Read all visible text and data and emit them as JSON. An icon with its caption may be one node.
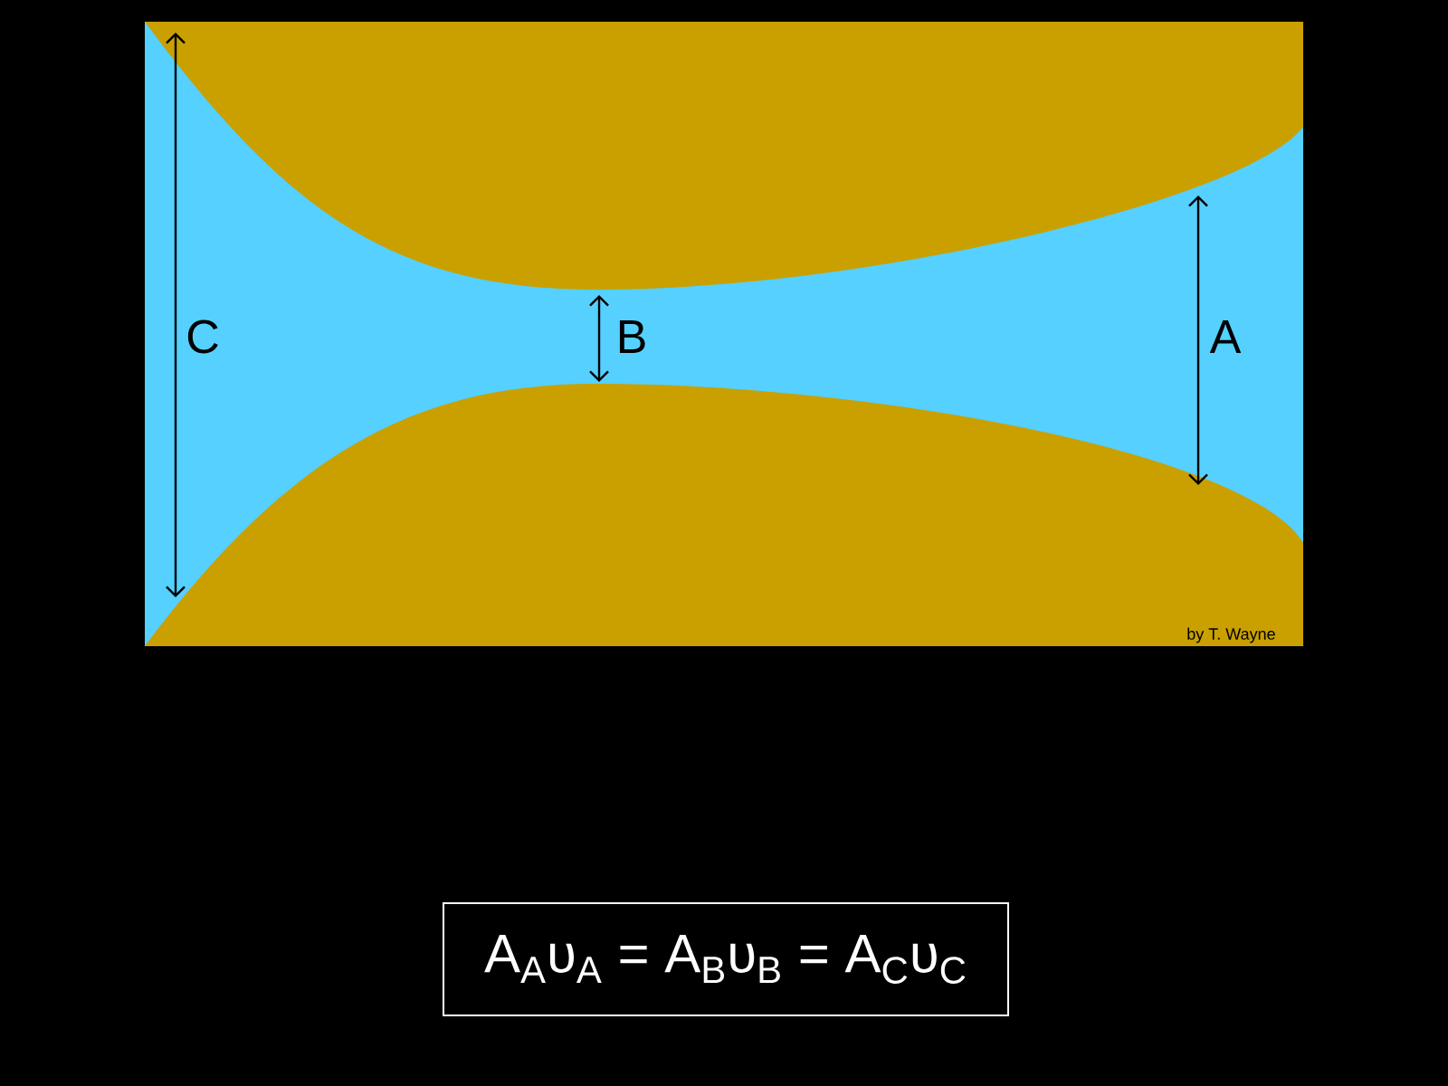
{
  "diagram": {
    "nodes": [
      {
        "text": [
          "A$_{A}$υ$_{A}$ = A$_{B}$υ$_{B}$ = A$_{C}$υ$_{C}$"
        ]
      }
    ],
    "edges": [],
    "labels": [
      "C",
      "B",
      "A",
      "by T. Wayne"
    ]
  }
}
